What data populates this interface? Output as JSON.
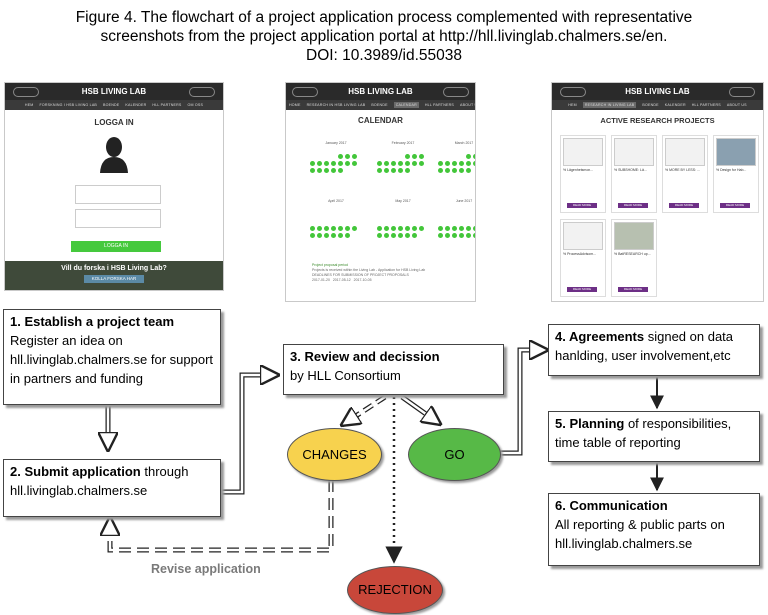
{
  "caption": {
    "line1": "Figure 4. The flowchart of a project application process complemented with representative",
    "line2": "screenshots from the project application portal at http://hll.livinglab.chalmers.se/en.",
    "line3": "DOI: 10.3989/id.55038"
  },
  "screens": {
    "login": {
      "brand": "HSB LIVING LAB",
      "heading": "LOGGA IN",
      "button": "LOGGA IN",
      "banner_text": "Vill du forska i HSB Living Lab?",
      "banner_button": "KOLLA FORSKA HAR"
    },
    "calendar": {
      "brand": "HSB LIVING LAB",
      "heading": "CALENDAR",
      "months": [
        "January 2017",
        "February 2017",
        "March 2017",
        "April 2017",
        "May 2017",
        "June 2017"
      ]
    },
    "projects": {
      "brand": "HSB LIVING LAB",
      "heading": "ACTIVE RESEARCH PROJECTS",
      "cards": [
        "% Lägenhetsmon...",
        "% SUBSHOME: Lä...",
        "% MORE BY LESS: ...",
        "% Design for Hab...",
        "% ProcessAdvisom...",
        "% BatRESEARCH up..."
      ],
      "card_button": "READ MORE"
    }
  },
  "steps": {
    "s1": {
      "title": "1. Establish a project team",
      "text": "Register an idea on hll.livinglab.chalmers.se for support in partners and funding"
    },
    "s2": {
      "title": "2. Submit application",
      "rest": " through",
      "text": "hll.livinglab.chalmers.se"
    },
    "s3": {
      "title": "3. Review and decission",
      "text": "by HLL Consortium"
    },
    "s4": {
      "title": "4. Agreements",
      "rest": " signed on data",
      "text": "hanlding, user involvement,etc"
    },
    "s5": {
      "title": "5. Planning",
      "rest": " of responsibilities,",
      "text": "time table of reporting"
    },
    "s6": {
      "title": "6. Communication",
      "text1": "All reporting & public parts on",
      "text2": "hll.livinglab.chalmers.se"
    }
  },
  "decisions": {
    "changes": "CHANGES",
    "go": "GO",
    "rejection": "REJECTION",
    "revise": "Revise application"
  },
  "colors": {
    "changes": "#f7d24e",
    "go": "#57b947",
    "rejection": "#c8473a",
    "login_button": "#45c93d",
    "calendar_dot": "#43c63a"
  }
}
